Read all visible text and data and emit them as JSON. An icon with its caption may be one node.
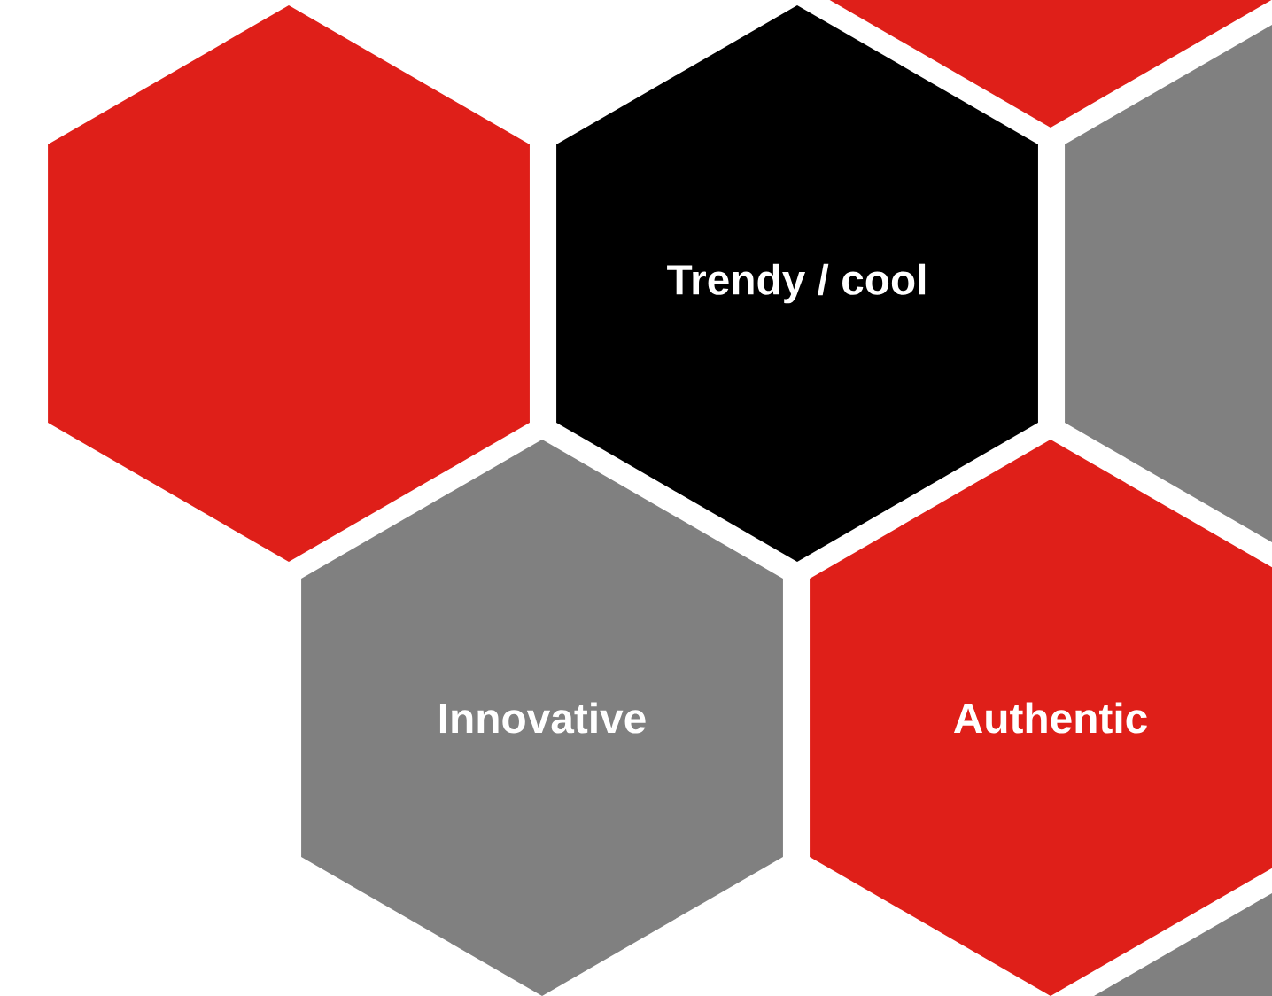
{
  "diagram": {
    "nodes": [
      {
        "text": [],
        "shape": "hexagon"
      },
      {
        "text": [],
        "shape": "hexagon"
      },
      {
        "text": [
          "Trendy / cool"
        ]
      },
      {
        "text": [],
        "shape": "hexagon"
      },
      {
        "text": [
          "Innovative"
        ]
      },
      {
        "text": [
          "Authentic"
        ]
      },
      {
        "text": [],
        "shape": "hexagon"
      }
    ]
  }
}
